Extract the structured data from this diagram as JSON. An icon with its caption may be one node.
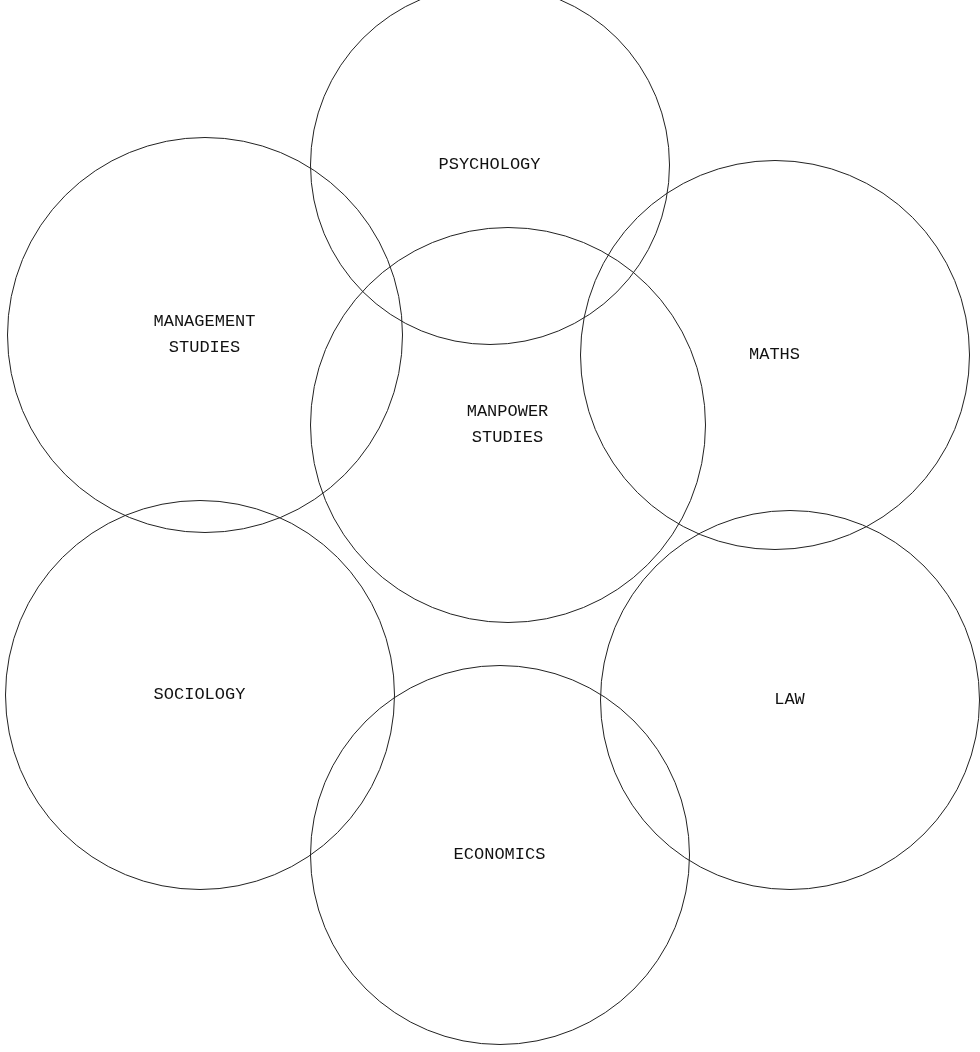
{
  "diagram": {
    "nodes": [
      {
        "text": [
          "PSYCHOLOGY"
        ]
      },
      {
        "text": [
          "MANAGEMENT STUDIES"
        ]
      },
      {
        "text": [
          "MATHS"
        ]
      },
      {
        "text": [
          "MANPOWER STUDIES"
        ]
      },
      {
        "text": [
          "SOCIOLOGY"
        ]
      },
      {
        "text": [
          "LAW"
        ]
      },
      {
        "text": [
          "ECONOMICS"
        ]
      }
    ]
  }
}
